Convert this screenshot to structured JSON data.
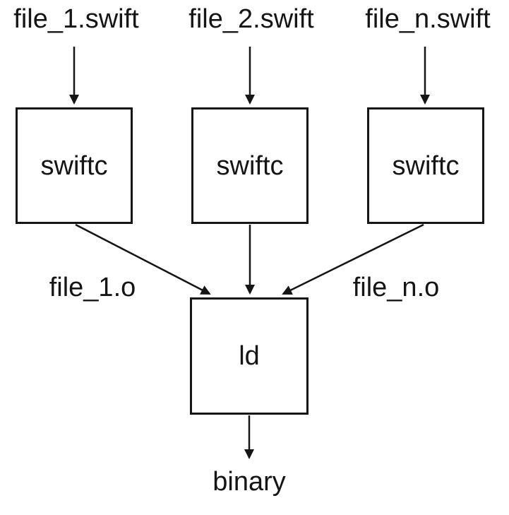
{
  "colors": {
    "background": "#ffffff",
    "ink": "#151515"
  },
  "diagram": {
    "inputs": [
      {
        "label": "file_1.swift"
      },
      {
        "label": "file_2.swift"
      },
      {
        "label": "file_n.swift"
      }
    ],
    "compilers": [
      {
        "label": "swiftc"
      },
      {
        "label": "swiftc"
      },
      {
        "label": "swiftc"
      }
    ],
    "object_files": {
      "left": "file_1.o",
      "right": "file_n.o"
    },
    "linker": {
      "label": "ld"
    },
    "output": {
      "label": "binary"
    }
  }
}
